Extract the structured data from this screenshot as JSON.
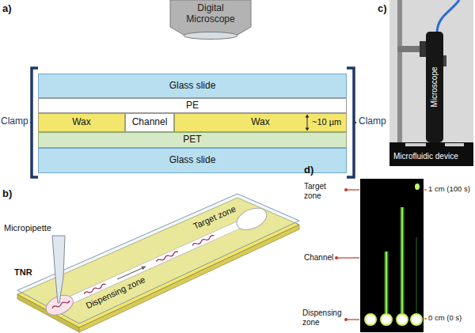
{
  "diagram": {
    "nodes": [
      {
        "text": [
          "Digital Microscope"
        ]
      },
      {
        "text": [
          "Glass slide"
        ]
      },
      {
        "text": [
          "PE"
        ]
      },
      {
        "text": [
          "Wax"
        ]
      },
      {
        "text": [
          "Channel"
        ]
      },
      {
        "text": [
          "Wax"
        ]
      },
      {
        "text": [
          "PET"
        ]
      },
      {
        "text": [
          "Glass slide"
        ]
      }
    ],
    "labels": [
      "a)",
      "Clamp",
      "Clamp",
      "~10 µm",
      "b)",
      "Micropipette",
      "TNR",
      "Target zone",
      "Dispensing zone",
      "c)",
      "Microscope",
      "Microfluidic device",
      "d)",
      "Target zone",
      "Channel",
      "Dispensing zone",
      "1 cm (100 s)",
      "0 cm (0 s)"
    ]
  }
}
